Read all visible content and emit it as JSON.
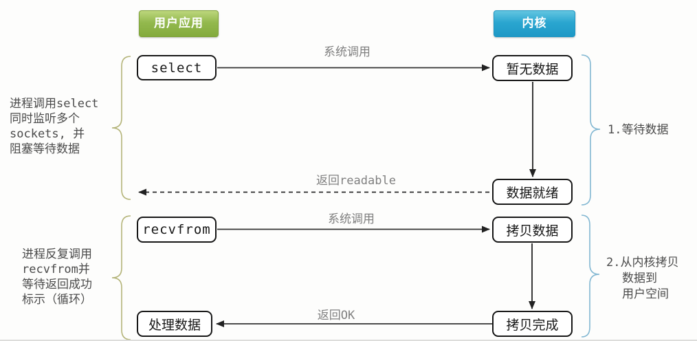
{
  "headers": {
    "user_app": "用户应用",
    "kernel": "内核"
  },
  "boxes": {
    "select": "select",
    "no_data": "暂无数据",
    "data_ready": "数据就绪",
    "recvfrom": "recvfrom",
    "copy_data": "拷贝数据",
    "copy_done": "拷贝完成",
    "process_data": "处理数据"
  },
  "arrow_labels": {
    "syscall_1": "系统调用",
    "return_readable": "返回readable",
    "syscall_2": "系统调用",
    "return_ok": "返回OK"
  },
  "notes": {
    "left_1_lines": [
      "进程调用select",
      "同时监听多个",
      "sockets, 并",
      "阻塞等待数据"
    ],
    "left_2_lines": [
      "进程反复调用",
      "recvfrom并",
      "等待返回成功",
      "标示（循环）"
    ],
    "right_1": "1.等待数据",
    "right_2_lines": [
      "2.从内核拷贝",
      "数据到",
      "用户空间"
    ]
  },
  "colors": {
    "header_green": "#8fb649",
    "header_blue": "#2aa6d0",
    "brace_left": "#b3b377",
    "brace_right": "#82b7d2",
    "arrow": "#333333",
    "label_gray": "#7f7f7f",
    "note_gray": "#4a4a4a"
  }
}
